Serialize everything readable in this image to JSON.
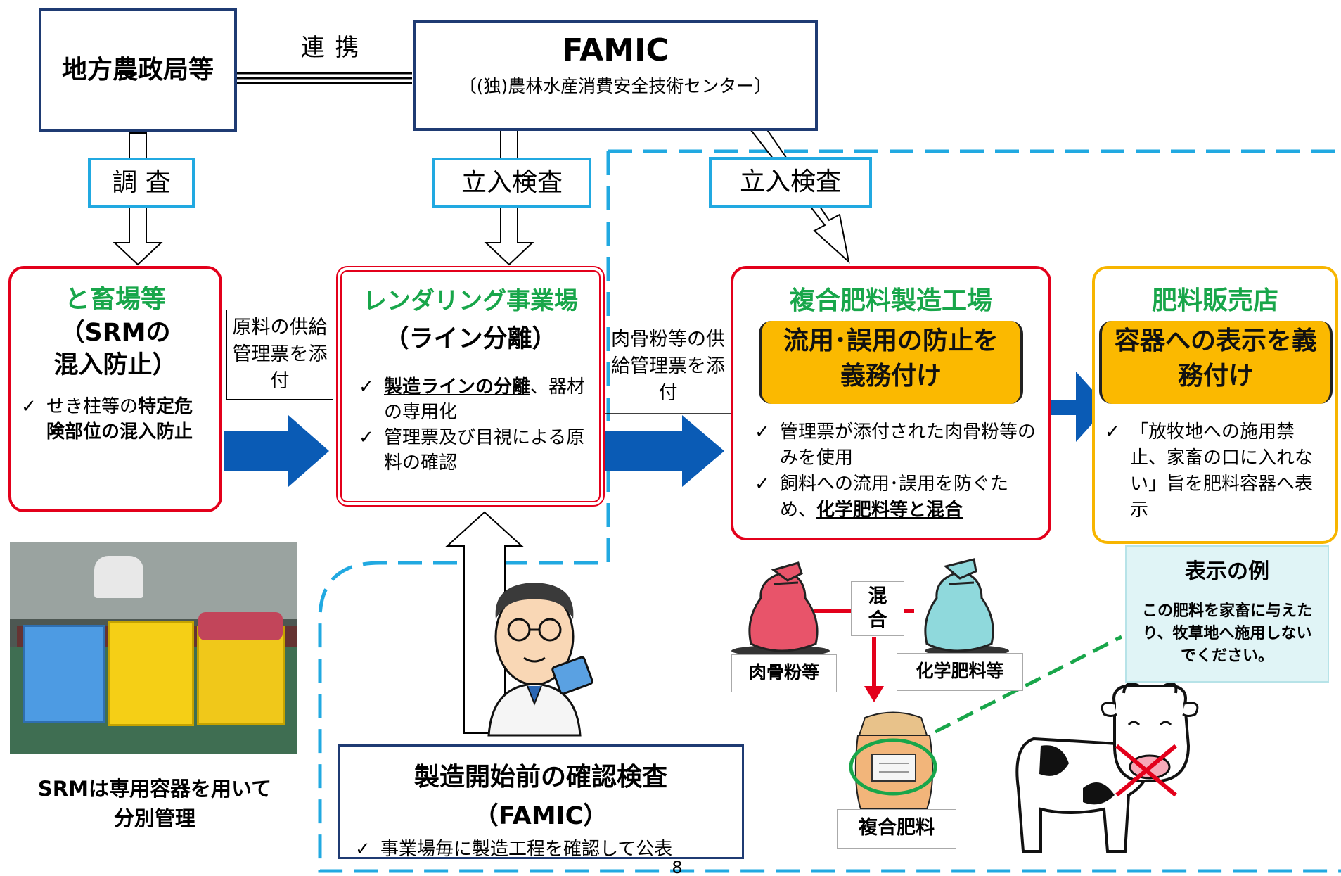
{
  "nodes": {
    "regional_bureau": "地方農政局等",
    "famic_title": "FAMIC",
    "famic_subtitle": "〔(独)農林水産消費安全技術センター〕",
    "link_label": "連 携",
    "survey_label": "調 査",
    "inspection1_label": "立入検査",
    "inspection2_label": "立入検査"
  },
  "slaughterhouse": {
    "title": "と畜場等",
    "sub1": "（SRMの",
    "sub2": "混入防止）",
    "check_pre": "せき柱等の",
    "check_bold": "特定危険部位の混入防止"
  },
  "slip1": "原料の供給管理票を添付",
  "rendering": {
    "title": "レンダリング事業場",
    "sub": "（ライン分離）",
    "check1_u": "製造ラインの分離",
    "check1_rest": "、器材の専用化",
    "check2": "管理票及び目視による原料の確認"
  },
  "slip2": "肉骨粉等の供給管理票を添付",
  "compound_factory": {
    "title": "複合肥料製造工場",
    "pill": "流用･誤用の防止を義務付け",
    "check1": "管理票が添付された肉骨粉等のみを使用",
    "check2_pre": "飼料への流用･誤用を防ぐため、",
    "check2_u": "化学肥料等と混合"
  },
  "shop": {
    "title": "肥料販売店",
    "pill": "容器への表示を義務付け",
    "check": "「放牧地への施用禁止、家畜の口に入れない」旨を肥料容器へ表示"
  },
  "label_example": {
    "title": "表示の例",
    "text": "この肥料を家畜に与えたり、牧草地へ施用しないでください。"
  },
  "photo_caption": "SRMは専用容器を用いて分別管理",
  "pre_inspection": {
    "title": "製造開始前の確認検査",
    "sub": "（FAMIC）",
    "check": "事業場毎に製造工程を確認して公表"
  },
  "mixing": {
    "mix_label": "混合",
    "bag1": "肉骨粉等",
    "bag2": "化学肥料等",
    "result": "複合肥料"
  },
  "page_number": "8",
  "colors": {
    "navy": "#1f3b73",
    "sky": "#21a9e1",
    "red": "#e3001b",
    "green": "#18a64a",
    "amber": "#fbb900",
    "arrow": "#0a5bb5"
  }
}
